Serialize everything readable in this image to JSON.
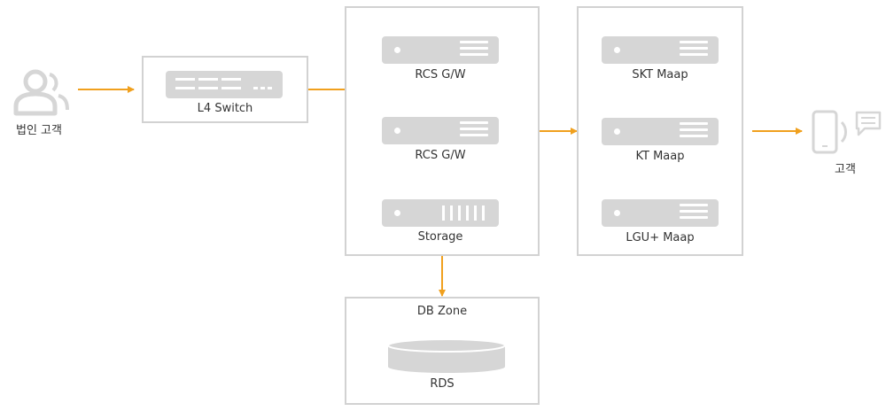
{
  "nodes": {
    "corporate_customer": "법인 고객",
    "l4_switch": "L4 Switch",
    "rcs_gw_1": "RCS G/W",
    "rcs_gw_2": "RCS G/W",
    "storage": "Storage",
    "skt_maap": "SKT Maap",
    "kt_maap": "KT Maap",
    "lgu_maap": "LGU+ Maap",
    "customer": "고객",
    "db_zone": "DB Zone",
    "rds": "RDS"
  },
  "colors": {
    "arrow": "#f0a01e",
    "box_border": "#d2d2d2",
    "icon_gray": "#d6d6d6"
  },
  "icons": [
    "user-icon",
    "switch-icon",
    "server-icon",
    "storage-icon",
    "database-icon",
    "mobile-phone-icon",
    "chat-bubble-icon"
  ]
}
